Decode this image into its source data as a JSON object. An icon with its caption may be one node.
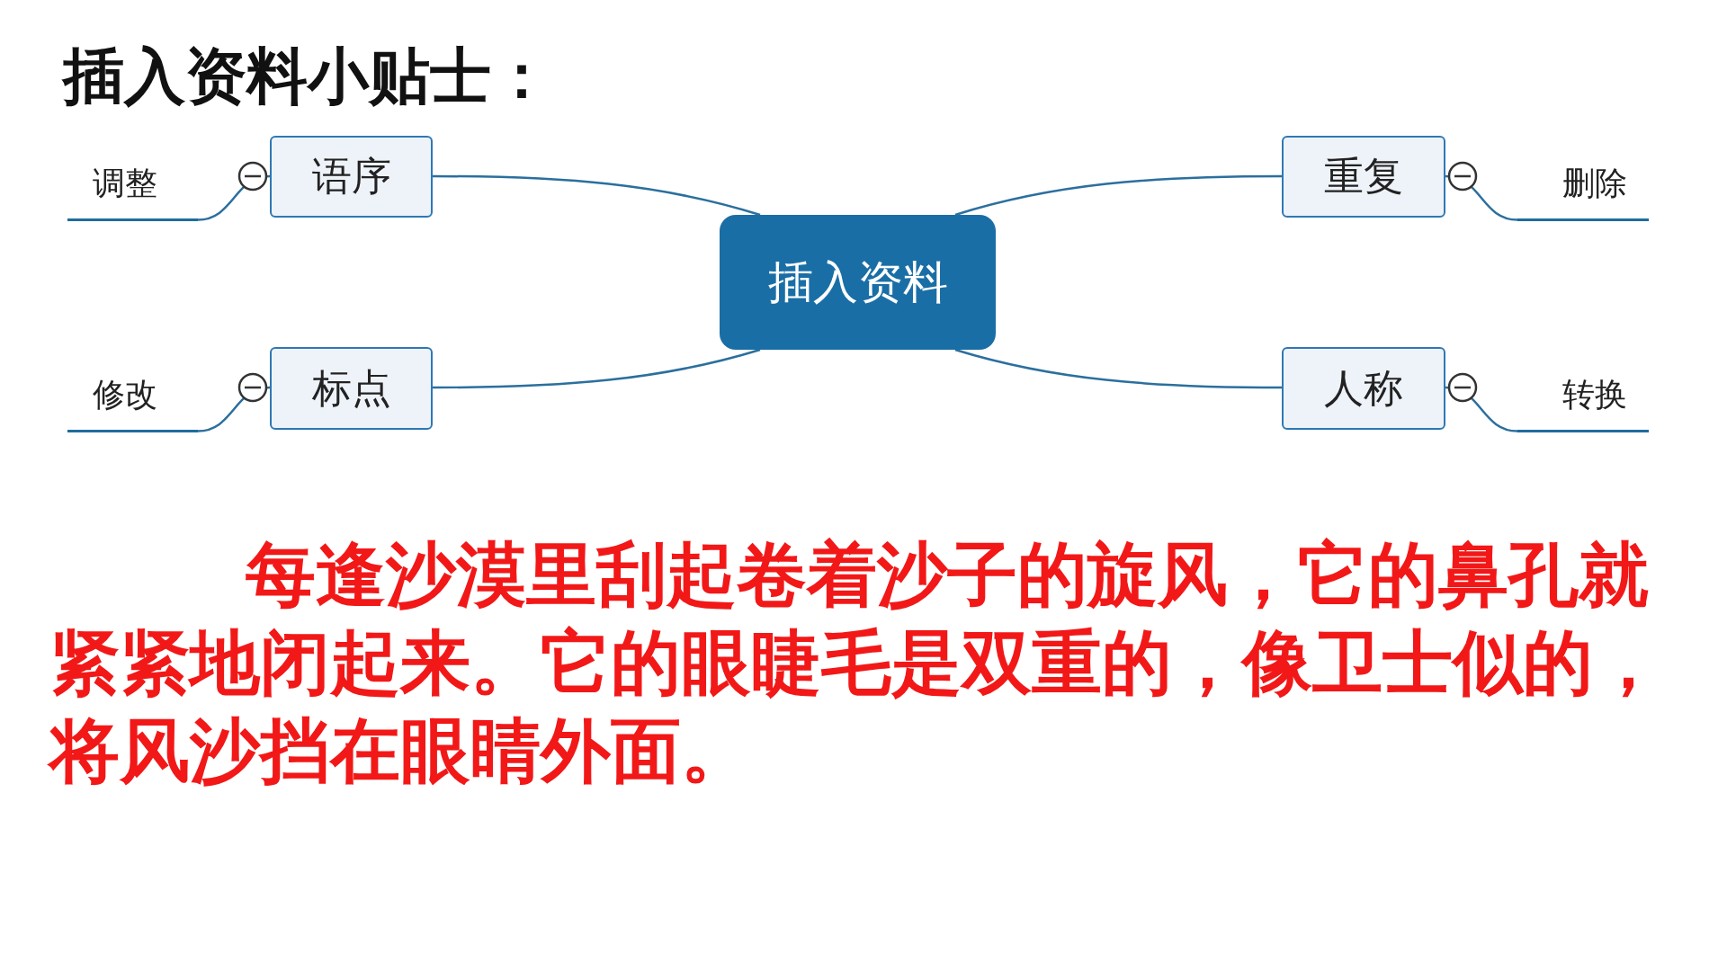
{
  "diagram": {
    "title": "插入资料小贴士：",
    "nodes": [
      {
        "text": [
          "插入资料"
        ]
      },
      {
        "text": [
          "语序"
        ]
      },
      {
        "text": [
          "重复"
        ]
      },
      {
        "text": [
          "标点"
        ]
      },
      {
        "text": [
          "人称"
        ]
      },
      {
        "text": [
          "调整"
        ]
      },
      {
        "text": [
          "删除"
        ]
      },
      {
        "text": [
          "修改"
        ]
      },
      {
        "text": [
          "转换"
        ]
      }
    ],
    "edges": [
      {
        "from": 0,
        "to": 1,
        "arrow": "none"
      },
      {
        "from": 0,
        "to": 2,
        "arrow": "none"
      },
      {
        "from": 0,
        "to": 3,
        "arrow": "none"
      },
      {
        "from": 0,
        "to": 4,
        "arrow": "none"
      },
      {
        "from": 1,
        "to": 5,
        "arrow": "none"
      },
      {
        "from": 2,
        "to": 6,
        "arrow": "none"
      },
      {
        "from": 3,
        "to": 7,
        "arrow": "none"
      },
      {
        "from": 4,
        "to": 8,
        "arrow": "none"
      }
    ],
    "labels": [
      "每逢沙漠里刮起卷着沙子的旋风，它的鼻孔就紧紧地闭起来。它的眼睫毛是双重的，像卫士似的，将风沙挡在眼睛外面。"
    ]
  }
}
